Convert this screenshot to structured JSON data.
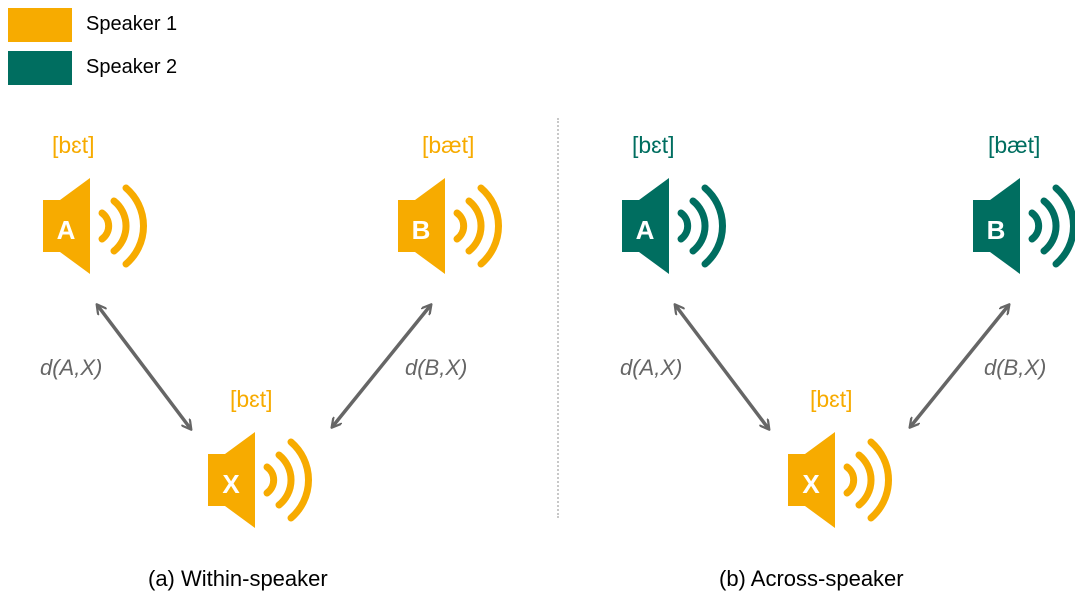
{
  "colors": {
    "speaker1": "#F7AB00",
    "speaker2": "#006E60",
    "arrow": "#666666"
  },
  "legend": [
    {
      "label": "Speaker 1",
      "color": "#F7AB00"
    },
    {
      "label": "Speaker 2",
      "color": "#006E60"
    }
  ],
  "panels": [
    {
      "caption": "(a) Within-speaker",
      "a": {
        "letter": "A",
        "phon": "[bɛt]",
        "color": "#F7AB00"
      },
      "b": {
        "letter": "B",
        "phon": "[bæt]",
        "color": "#F7AB00"
      },
      "x": {
        "letter": "X",
        "phon": "[bɛt]",
        "color": "#F7AB00"
      },
      "dist_ax": "d(A,X)",
      "dist_bx": "d(B,X)"
    },
    {
      "caption": "(b) Across-speaker",
      "a": {
        "letter": "A",
        "phon": "[bɛt]",
        "color": "#006E60"
      },
      "b": {
        "letter": "B",
        "phon": "[bæt]",
        "color": "#006E60"
      },
      "x": {
        "letter": "X",
        "phon": "[bɛt]",
        "color": "#F7AB00"
      },
      "dist_ax": "d(A,X)",
      "dist_bx": "d(B,X)"
    }
  ]
}
